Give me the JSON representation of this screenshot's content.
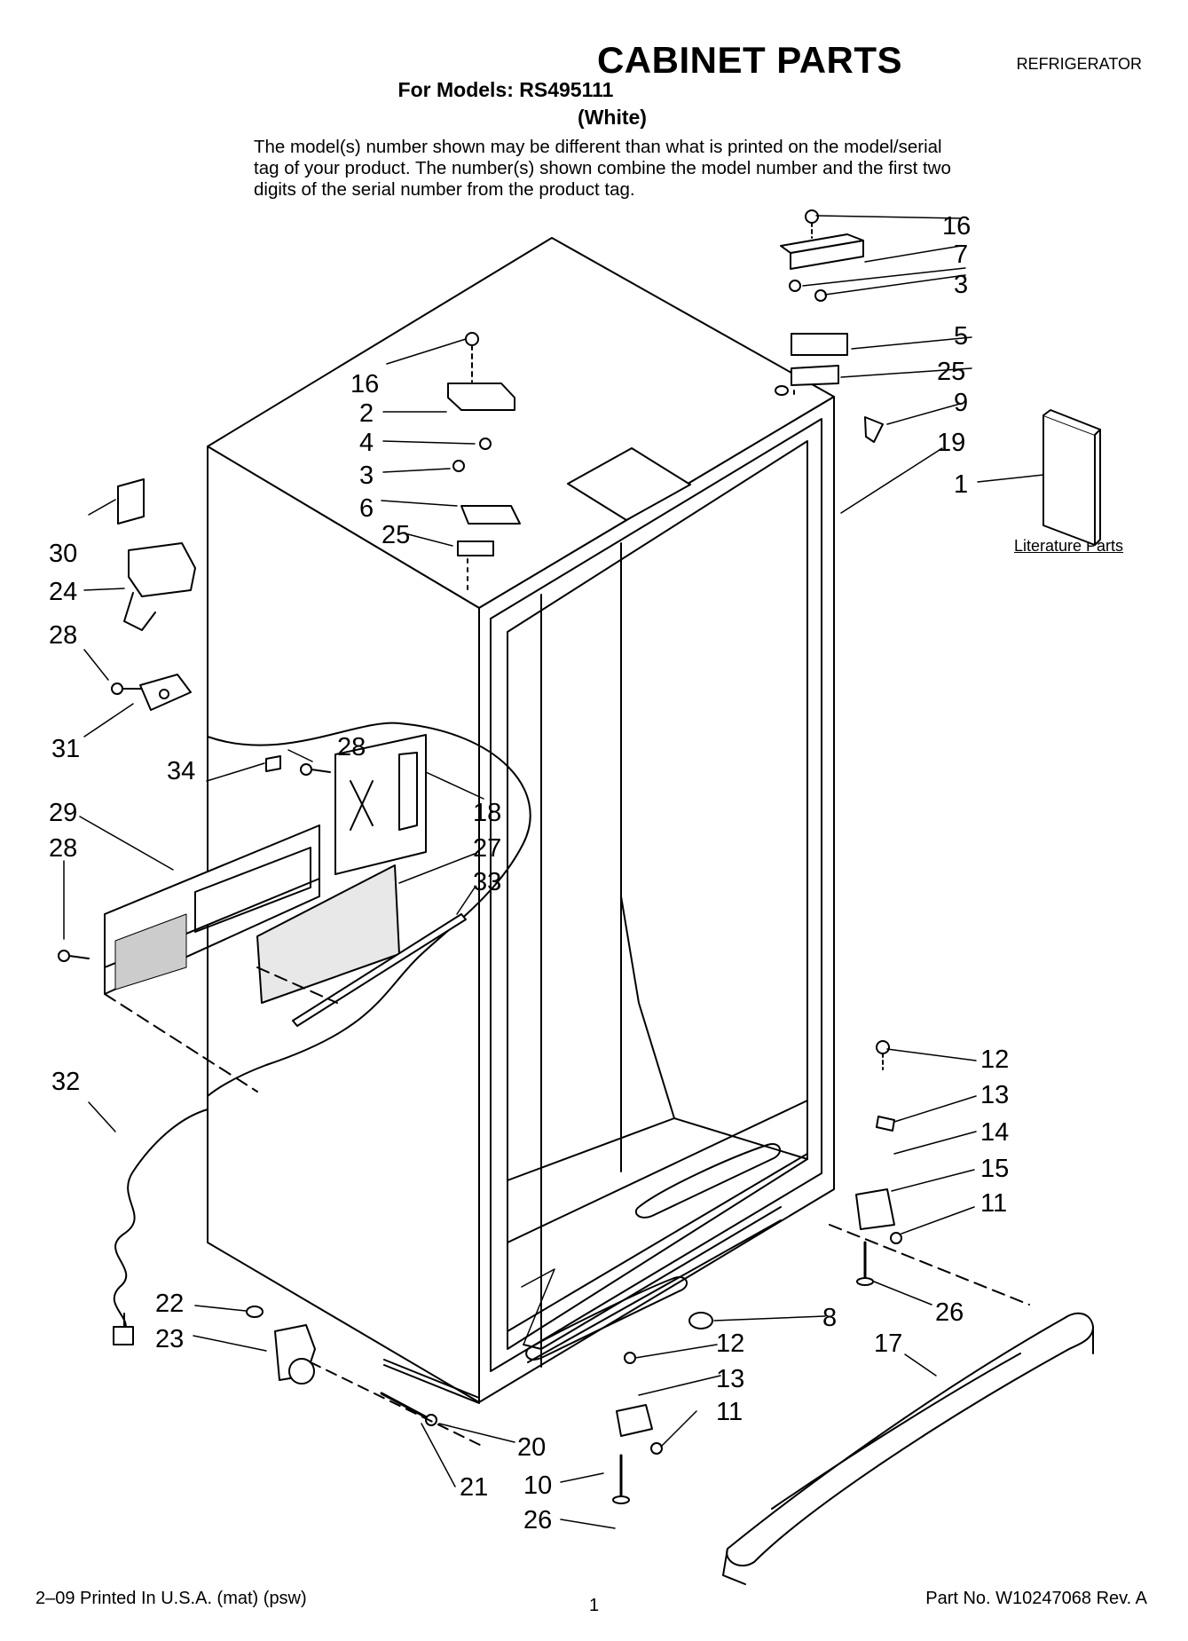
{
  "header": {
    "title": "CABINET PARTS",
    "models": "For Models: RS495111",
    "variant": "(White)",
    "category": "REFRIGERATOR",
    "note": "The model(s) number shown may be different than what is printed on the model/serial tag of your product. The number(s) shown combine the model number and the first two digits of the serial number from the product tag."
  },
  "literature_label": "Literature Parts",
  "footer": {
    "left": "2–09 Printed In U.S.A. (mat) (psw)",
    "page": "1",
    "right": "Part No. W10247068 Rev. A"
  },
  "callouts": [
    {
      "id": "c1",
      "label": "16"
    },
    {
      "id": "c2",
      "label": "7"
    },
    {
      "id": "c3",
      "label": "3"
    },
    {
      "id": "c4",
      "label": "5"
    },
    {
      "id": "c5",
      "label": "25"
    },
    {
      "id": "c6",
      "label": "9"
    },
    {
      "id": "c7",
      "label": "19"
    },
    {
      "id": "c8",
      "label": "1"
    },
    {
      "id": "c9",
      "label": "16"
    },
    {
      "id": "c10",
      "label": "2"
    },
    {
      "id": "c11",
      "label": "4"
    },
    {
      "id": "c12",
      "label": "3"
    },
    {
      "id": "c13",
      "label": "6"
    },
    {
      "id": "c14",
      "label": "25"
    },
    {
      "id": "c15",
      "label": "30"
    },
    {
      "id": "c16",
      "label": "24"
    },
    {
      "id": "c17",
      "label": "28"
    },
    {
      "id": "c18",
      "label": "31"
    },
    {
      "id": "c19",
      "label": "28"
    },
    {
      "id": "c20",
      "label": "34"
    },
    {
      "id": "c21",
      "label": "18"
    },
    {
      "id": "c22",
      "label": "29"
    },
    {
      "id": "c23",
      "label": "28"
    },
    {
      "id": "c24",
      "label": "27"
    },
    {
      "id": "c25",
      "label": "33"
    },
    {
      "id": "c26",
      "label": "32"
    },
    {
      "id": "c27",
      "label": "12"
    },
    {
      "id": "c28",
      "label": "13"
    },
    {
      "id": "c29",
      "label": "14"
    },
    {
      "id": "c30",
      "label": "15"
    },
    {
      "id": "c31",
      "label": "11"
    },
    {
      "id": "c32",
      "label": "26"
    },
    {
      "id": "c33",
      "label": "8"
    },
    {
      "id": "c34",
      "label": "17"
    },
    {
      "id": "c35",
      "label": "22"
    },
    {
      "id": "c36",
      "label": "23"
    },
    {
      "id": "c37",
      "label": "12"
    },
    {
      "id": "c38",
      "label": "13"
    },
    {
      "id": "c39",
      "label": "11"
    },
    {
      "id": "c40",
      "label": "20"
    },
    {
      "id": "c41",
      "label": "21"
    },
    {
      "id": "c42",
      "label": "10"
    },
    {
      "id": "c43",
      "label": "26"
    }
  ]
}
